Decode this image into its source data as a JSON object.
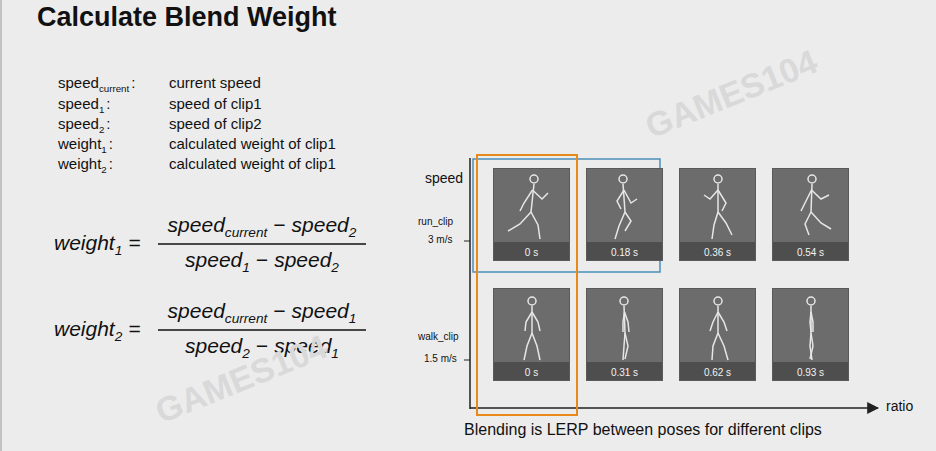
{
  "diagram": {
    "title": "Calculate Blend Weight",
    "caption": "Blending is LERP between poses for different clips",
    "nodes": [
      {
        "text": [
          "0 s"
        ]
      },
      {
        "text": [
          "0.18 s"
        ]
      },
      {
        "text": [
          "0.36 s"
        ]
      },
      {
        "text": [
          "0.54 s"
        ]
      },
      {
        "text": [
          "0 s"
        ]
      },
      {
        "text": [
          "0.31 s"
        ]
      },
      {
        "text": [
          "0.62 s"
        ]
      },
      {
        "text": [
          "0.93 s"
        ]
      }
    ],
    "labels": [
      "speed",
      "current",
      ":",
      "current speed",
      "speed",
      "1",
      ":",
      "speed of clip1",
      "speed",
      "2",
      ":",
      "speed of clip2",
      "weight",
      "1",
      ":",
      "calculated weight of clip1",
      "weight",
      "2",
      ":",
      "calculated weight of clip1",
      "weight",
      "1",
      "=",
      "speed",
      "current",
      "−",
      "speed",
      "2",
      "speed",
      "1",
      "−",
      "speed",
      "2",
      "weight",
      "2",
      "=",
      "speed",
      "current",
      "−",
      "speed",
      "1",
      "speed",
      "2",
      "−",
      "speed",
      "1",
      "speed",
      "run_clip",
      "3 m/s",
      "walk_clip",
      "1.5 m/s",
      "ratio",
      "GAMES104",
      "GAMES104"
    ]
  }
}
